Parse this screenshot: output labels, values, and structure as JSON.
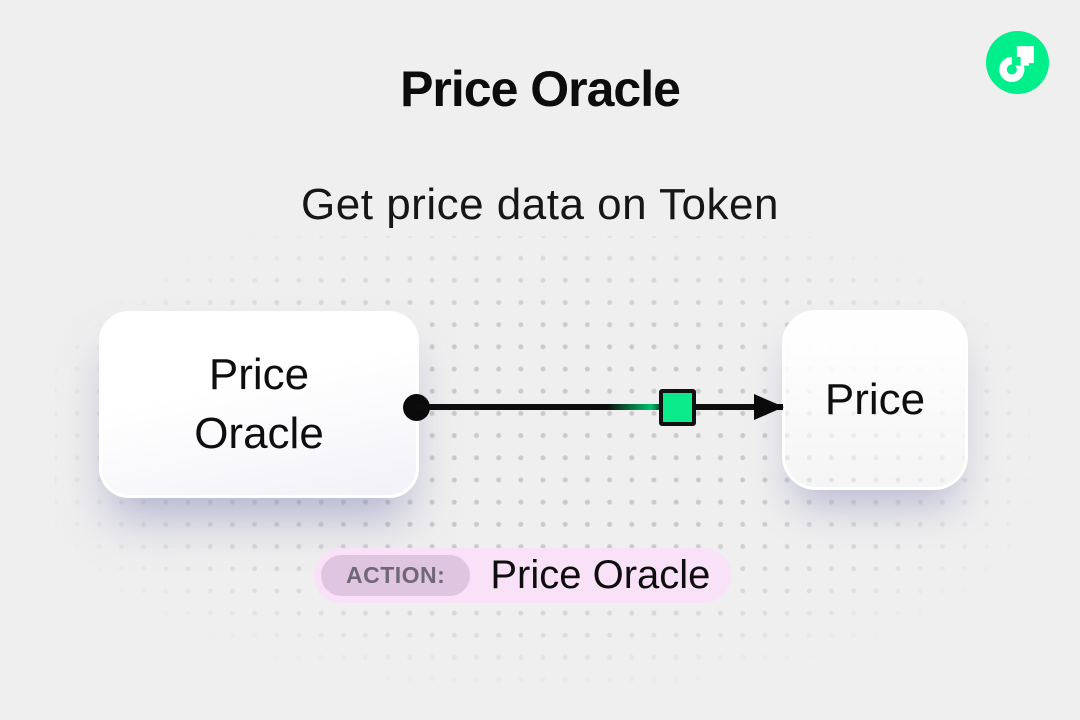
{
  "canvas": {
    "background_color": "#efefef",
    "dot_color": "#c9c9ce"
  },
  "header": {
    "title": "Price Oracle",
    "subtitle": "Get price data on Token"
  },
  "logo": {
    "label": "Flow logo",
    "brand_color": "#00ef8b"
  },
  "diagram": {
    "nodes": [
      {
        "id": "price-oracle",
        "label": "Price Oracle"
      },
      {
        "id": "price",
        "label": "Price"
      }
    ],
    "edge": {
      "from": "price-oracle",
      "to": "price",
      "line_color": "#0d0d0d",
      "marker_color": "#0ceb8b"
    }
  },
  "action_bar": {
    "badge_label": "ACTION:",
    "label": "Price Oracle",
    "pill_color": "#f9e1f8",
    "badge_color": "#dfc5df",
    "badge_text_color": "#6f6875"
  }
}
